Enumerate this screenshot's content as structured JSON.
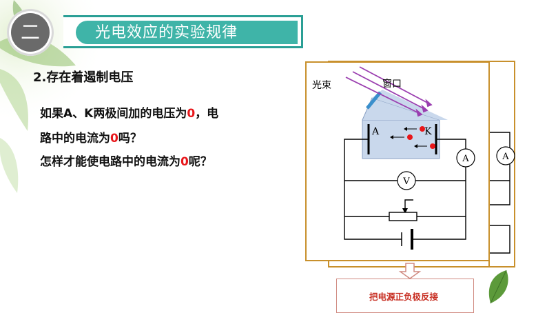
{
  "header": {
    "badge": "二",
    "title": "光电效应的实验规律"
  },
  "content": {
    "subheading": "2.存在着遏制电压",
    "q1_part1": "如果A、K两极间加的电压为",
    "q1_zero1": "0",
    "q1_part2": "，电",
    "q2_part1": "路中的电流为",
    "q2_zero": "0",
    "q2_part2": "吗？",
    "q3_part1": "怎样才能使电路中的电流为",
    "q3_zero": "0",
    "q3_part2": "呢？"
  },
  "diagram": {
    "light_label": "光束",
    "window_label": "窗口",
    "anode_label": "A",
    "cathode_label": "K",
    "ammeter_label": "A",
    "voltmeter_label": "V",
    "ammeter_back_label": "A"
  },
  "callout": {
    "text": "把电源正负极反接"
  },
  "colors": {
    "accent": "#3fb4a8",
    "frame": "#c8902c",
    "highlight": "#e8161a",
    "light_beam": "#9b3fb0"
  }
}
